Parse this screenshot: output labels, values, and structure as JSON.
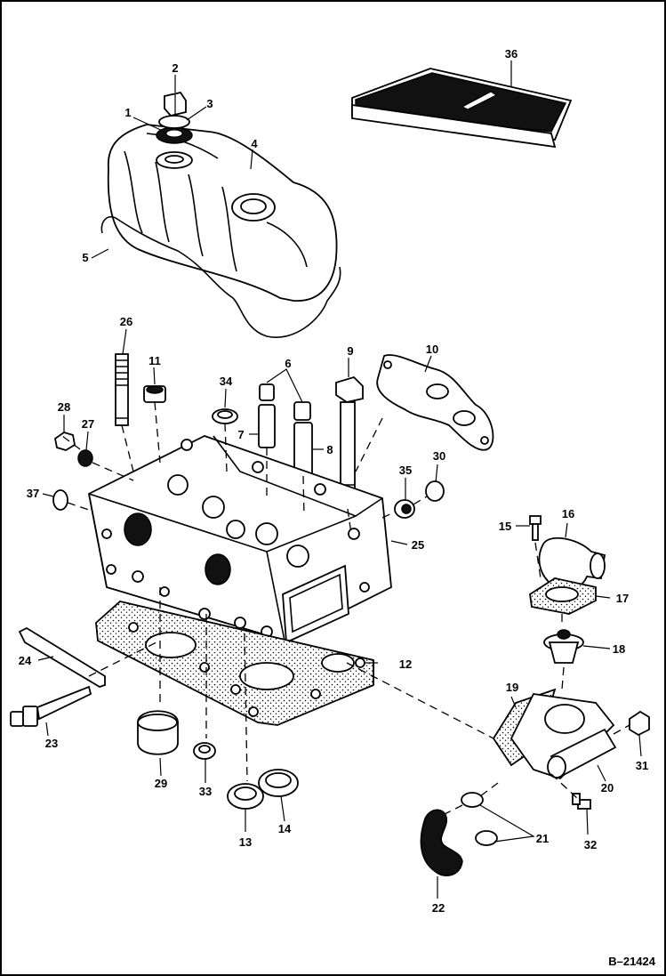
{
  "diagram": {
    "reference": "B–21424",
    "callouts": [
      "1",
      "2",
      "3",
      "4",
      "5",
      "6",
      "7",
      "8",
      "9",
      "10",
      "11",
      "12",
      "13",
      "14",
      "15",
      "16",
      "17",
      "18",
      "19",
      "20",
      "21",
      "22",
      "23",
      "24",
      "25",
      "26",
      "27",
      "28",
      "29",
      "30",
      "31",
      "32",
      "33",
      "34",
      "35",
      "36",
      "37"
    ]
  }
}
